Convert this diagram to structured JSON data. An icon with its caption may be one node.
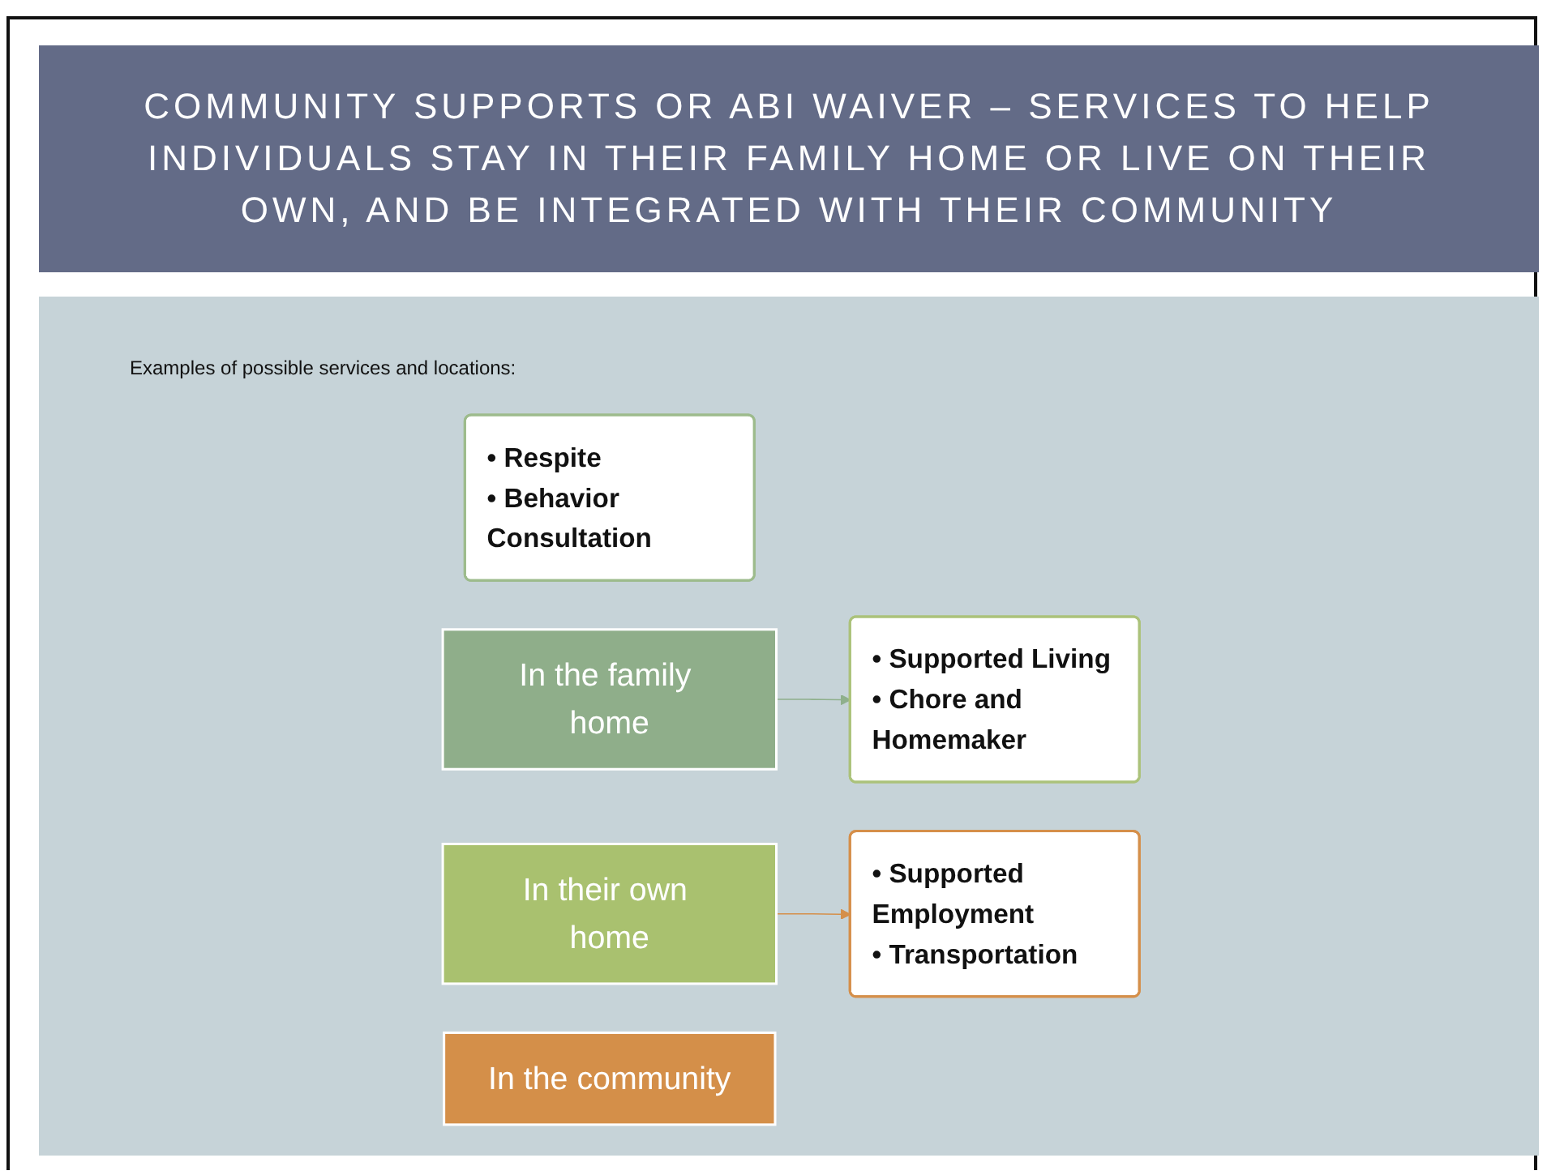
{
  "diagram": {
    "title": "COMMUNITY SUPPORTS OR ABI WAIVER – SERVICES TO HELP INDIVIDUALS STAY IN THEIR FAMILY HOME OR LIVE ON THEIR OWN, AND BE INTEGRATED WITH THEIR COMMUNITY",
    "nodes": [
      {
        "text": [
          "• Respite",
          "• Behavior Consultation"
        ]
      },
      {
        "text": [
          "In the family home"
        ]
      },
      {
        "text": [
          "• Supported Living",
          "• Chore and Homemaker"
        ]
      },
      {
        "text": [
          "In their own home"
        ]
      },
      {
        "text": [
          "• Supported Employment",
          "• Transportation"
        ]
      },
      {
        "text": [
          "In the community"
        ]
      }
    ],
    "edges": [
      {
        "from": 1,
        "to": 2,
        "arrow": "to",
        "color": "#8fb08c"
      },
      {
        "from": 3,
        "to": 4,
        "arrow": "to",
        "color": "#d58f4a"
      }
    ],
    "labels": [
      "Examples of possible services and locations:"
    ]
  }
}
